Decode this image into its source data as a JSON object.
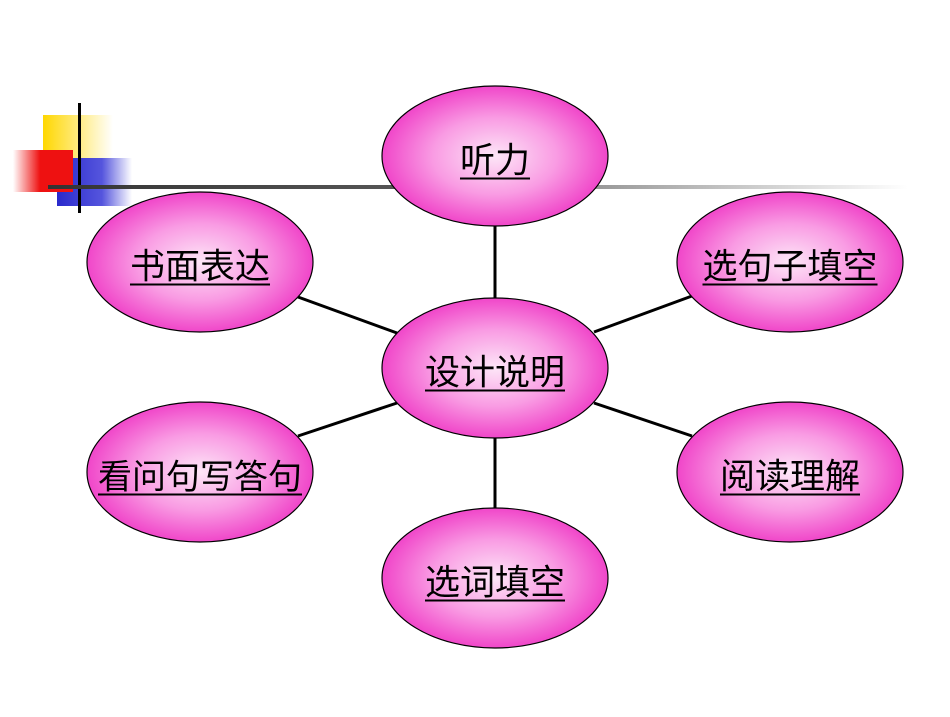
{
  "diagram": {
    "center": {
      "label": "设计说明"
    },
    "nodes": {
      "top": {
        "label": "听力"
      },
      "upper_left": {
        "label": "书面表达"
      },
      "upper_right": {
        "label": "选句子填空"
      },
      "lower_left": {
        "label": "看问句写答句"
      },
      "lower_right": {
        "label": "阅读理解"
      },
      "bottom": {
        "label": "选词填空"
      }
    }
  },
  "colors": {
    "ellipse_fill_center": "#fde3f6",
    "ellipse_fill_edge": "#f24fcd",
    "ellipse_stroke": "#000000",
    "connector": "#000000",
    "decor_yellow": "#ffd700",
    "decor_red": "#ee1111",
    "decor_blue": "#2a2acc"
  }
}
